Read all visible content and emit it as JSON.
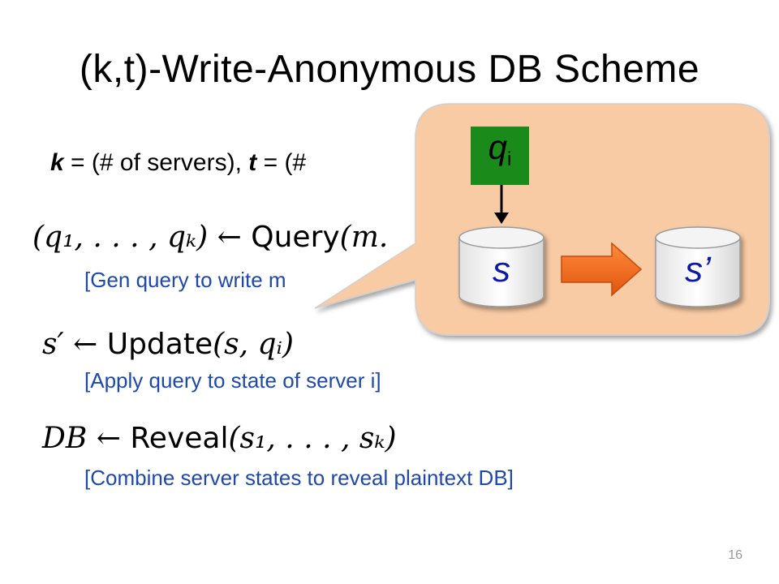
{
  "slide": {
    "title": "(k,t)-Write-Anonymous DB Scheme",
    "params": {
      "k_var": "k",
      "k_text": " = (# of servers), ",
      "t_var": "t",
      "t_text": " = (#"
    },
    "query_op": {
      "lhs": "(q₁, . . . , qₖ)",
      "arrow": "←",
      "fn": "Query",
      "args": "(m.",
      "description": "[Gen query to write m"
    },
    "update_op": {
      "lhs": "s′",
      "arrow": "←",
      "fn": "Update",
      "args": "(s, qᵢ)",
      "description": "[Apply query to state of server  i]"
    },
    "reveal_op": {
      "lhs": "DB",
      "arrow": "←",
      "fn": "Reveal",
      "args": "(s₁, . . . , sₖ)",
      "description": "[Combine server  states to reveal  plaintext DB]"
    },
    "callout": {
      "query_label": "q",
      "query_sub": "i",
      "state_before": "s",
      "state_after": "s’",
      "colors": {
        "bubble_fill": "#f8cba5",
        "query_box": "#1a8a1a",
        "arrow": "#f26a1b",
        "cylinder_text": "#0b1aa8"
      }
    },
    "page_number": "16"
  }
}
